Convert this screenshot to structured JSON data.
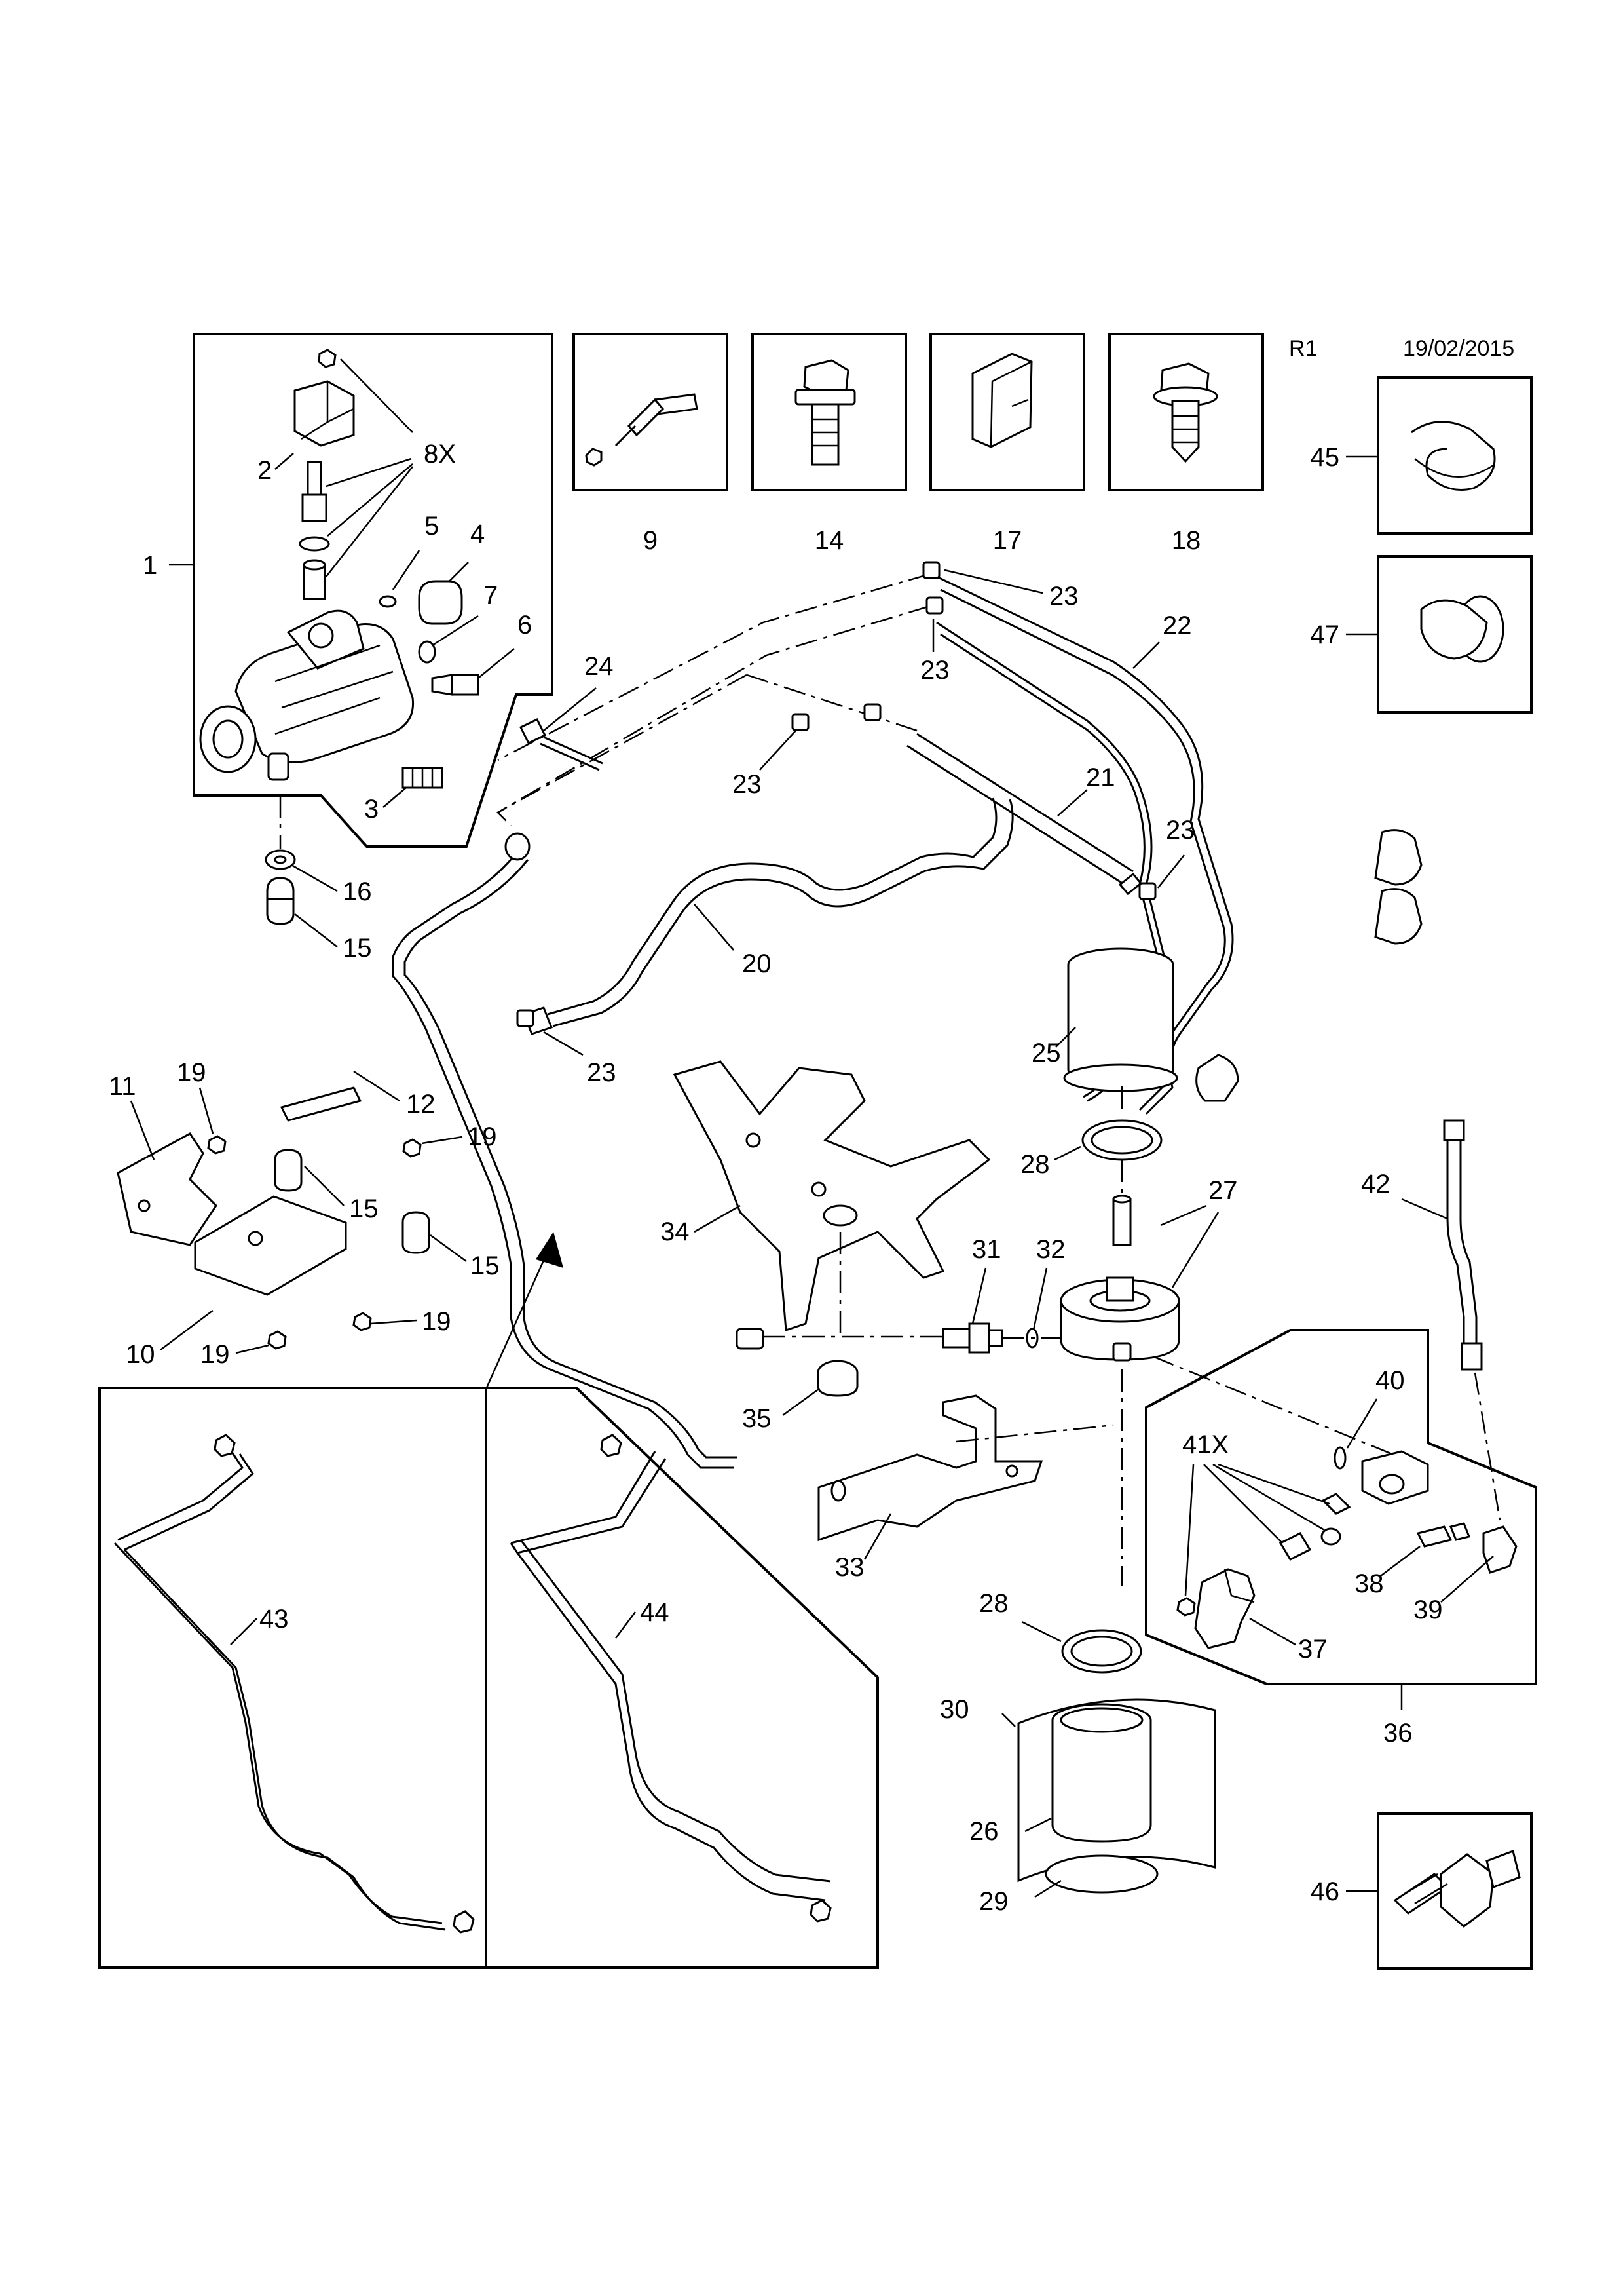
{
  "header": {
    "revision": "R1",
    "date": "19/02/2015"
  },
  "callouts": {
    "c1": "1",
    "c2": "2",
    "c8x": "8X",
    "c5": "5",
    "c4": "4",
    "c7": "7",
    "c6": "6",
    "c3": "3",
    "c16": "16",
    "c15a": "15",
    "c9": "9",
    "c14": "14",
    "c17": "17",
    "c18": "18",
    "c45": "45",
    "c47": "47",
    "c23a": "23",
    "c23b": "23",
    "c23c": "23",
    "c23d": "23",
    "c23e": "23",
    "c22": "22",
    "c24": "24",
    "c21": "21",
    "c20": "20",
    "c11": "11",
    "c19a": "19",
    "c12": "12",
    "c19b": "19",
    "c15b": "15",
    "c15c": "15",
    "c10": "10",
    "c19c": "19",
    "c19d": "19",
    "c25": "25",
    "c28a": "28",
    "c27": "27",
    "c34": "34",
    "c31": "31",
    "c32": "32",
    "c42": "42",
    "c40": "40",
    "c41x": "41X",
    "c38": "38",
    "c39": "39",
    "c37": "37",
    "c36": "36",
    "c35": "35",
    "c33": "33",
    "c28b": "28",
    "c30": "30",
    "c26": "26",
    "c29": "29",
    "c43": "43",
    "c44": "44",
    "c46": "46"
  }
}
